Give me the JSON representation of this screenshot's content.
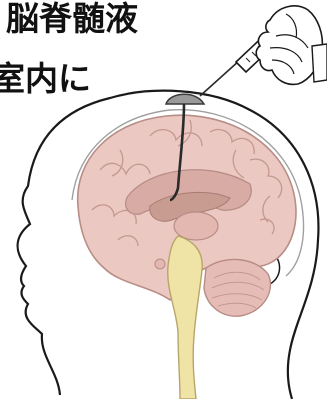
{
  "caption": {
    "line1": "脳脊髄液",
    "line2": "室内に"
  },
  "illustration": {
    "subject": "head-profile-with-brain-and-injection",
    "colors": {
      "outline": "#1a1a1a",
      "brain": "#e9c9c4",
      "brain_dark": "#d9aaa3",
      "ventricle": "#cfa79b",
      "brainstem": "#efe4a8",
      "cerebellum": "#e6bdb6",
      "skin": "#ffffff",
      "meninges": "#a8a8a8"
    }
  }
}
